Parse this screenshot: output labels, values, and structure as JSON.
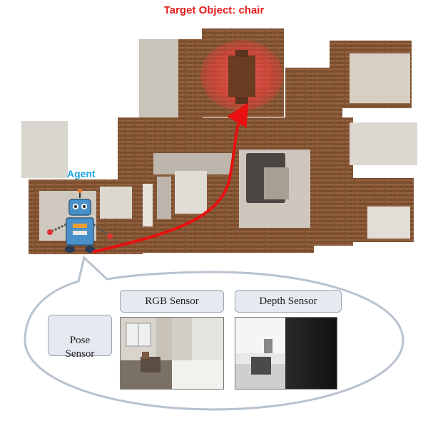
{
  "title": "Target Object: chair",
  "agent_label": "Agent",
  "sensors": {
    "pose": "Pose\nSensor",
    "rgb": "RGB Sensor",
    "depth": "Depth Sensor"
  },
  "colors": {
    "title": "#e51b1b",
    "agent": "#1aa3e0",
    "path": "#e81010",
    "floor": "#8a5a36",
    "rug": "#cfc7bd"
  }
}
